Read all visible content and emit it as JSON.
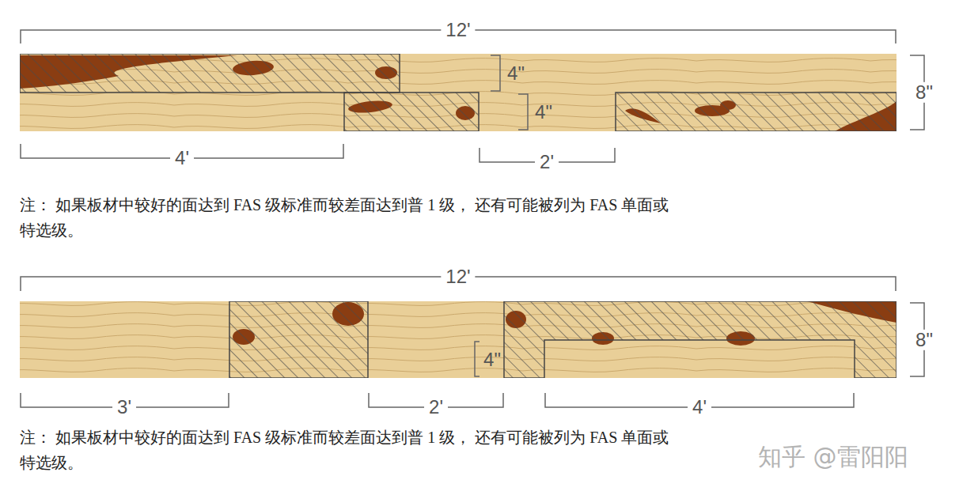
{
  "diagram": {
    "labels": [
      "12'",
      "4\"",
      "4\"",
      "8\"",
      "4'",
      "2'",
      "注： 如果板材中较好的面达到 FAS 级标准而较差面达到普 1 级， 还有可能被列为 FAS 单面或特选级。",
      "12'",
      "8\"",
      "4\"",
      "3'",
      "2'",
      "4'",
      "注： 如果板材中较好的面达到 FAS 级标准而较差面达到普 1 级， 还有可能被列为 FAS 单面或特选级。",
      "知乎 @雷阳阳"
    ]
  }
}
